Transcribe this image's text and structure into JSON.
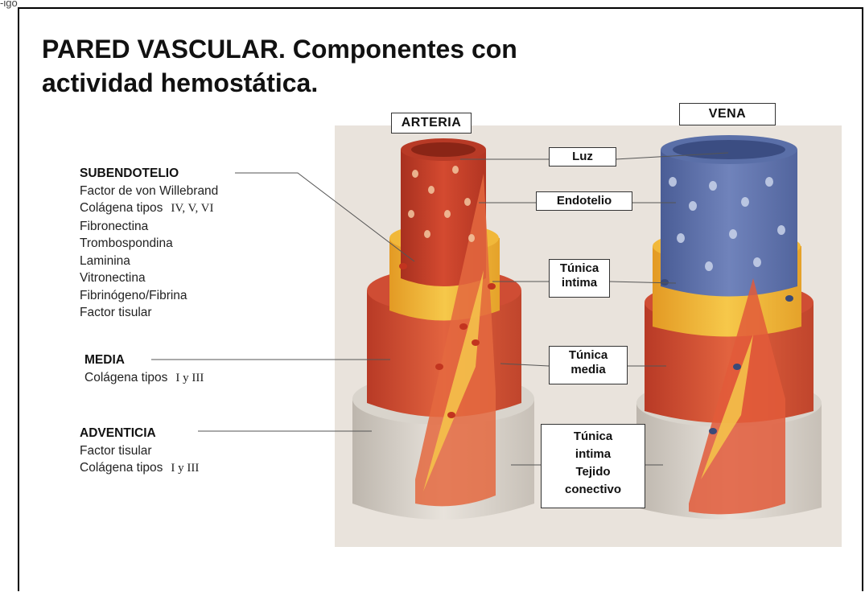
{
  "header_snippet": "-igo",
  "title": {
    "line1": "PARED VASCULAR. Componentes con",
    "line2": "actividad hemostática."
  },
  "left_panel": {
    "subendotelio": {
      "heading": "SUBENDOTELIO",
      "items": [
        {
          "text": "Factor de von Willebrand",
          "roman": ""
        },
        {
          "text": "Colágena tipos",
          "roman": "IV, V, VI"
        },
        {
          "text": "Fibronectina",
          "roman": ""
        },
        {
          "text": "Trombospondina",
          "roman": ""
        },
        {
          "text": "Laminina",
          "roman": ""
        },
        {
          "text": "Vitronectina",
          "roman": ""
        },
        {
          "text": "Fibrinógeno/Fibrina",
          "roman": ""
        },
        {
          "text": "Factor tisular",
          "roman": ""
        }
      ]
    },
    "media": {
      "heading": "MEDIA",
      "items": [
        {
          "text": "Colágena tipos",
          "roman": "I y III"
        }
      ]
    },
    "adventicia": {
      "heading": "ADVENTICIA",
      "items": [
        {
          "text": "Factor tisular",
          "roman": ""
        },
        {
          "text": "Colágena tipos",
          "roman": "I y III"
        }
      ]
    }
  },
  "illustration": {
    "artery_label": "ARTERIA",
    "vein_label": "VENA",
    "labels": {
      "luz": "Luz",
      "endotelio": "Endotelio",
      "tunica_intima_l1": "Túnica",
      "tunica_intima_l2": "intima",
      "tunica_media_l1": "Túnica",
      "tunica_media_l2": "media",
      "bottom_l1": "Túnica",
      "bottom_l2": "intima",
      "bottom_l3": "Tejido",
      "bottom_l4": "conectivo"
    },
    "colors": {
      "background": "#e9e3dc",
      "artery_intima": "#c8402a",
      "artery_media": "#d9543a",
      "internal_elastic": "#f1b83a",
      "vein_intima": "#5a6fa8",
      "adventitia": "#d9d4cc"
    }
  }
}
